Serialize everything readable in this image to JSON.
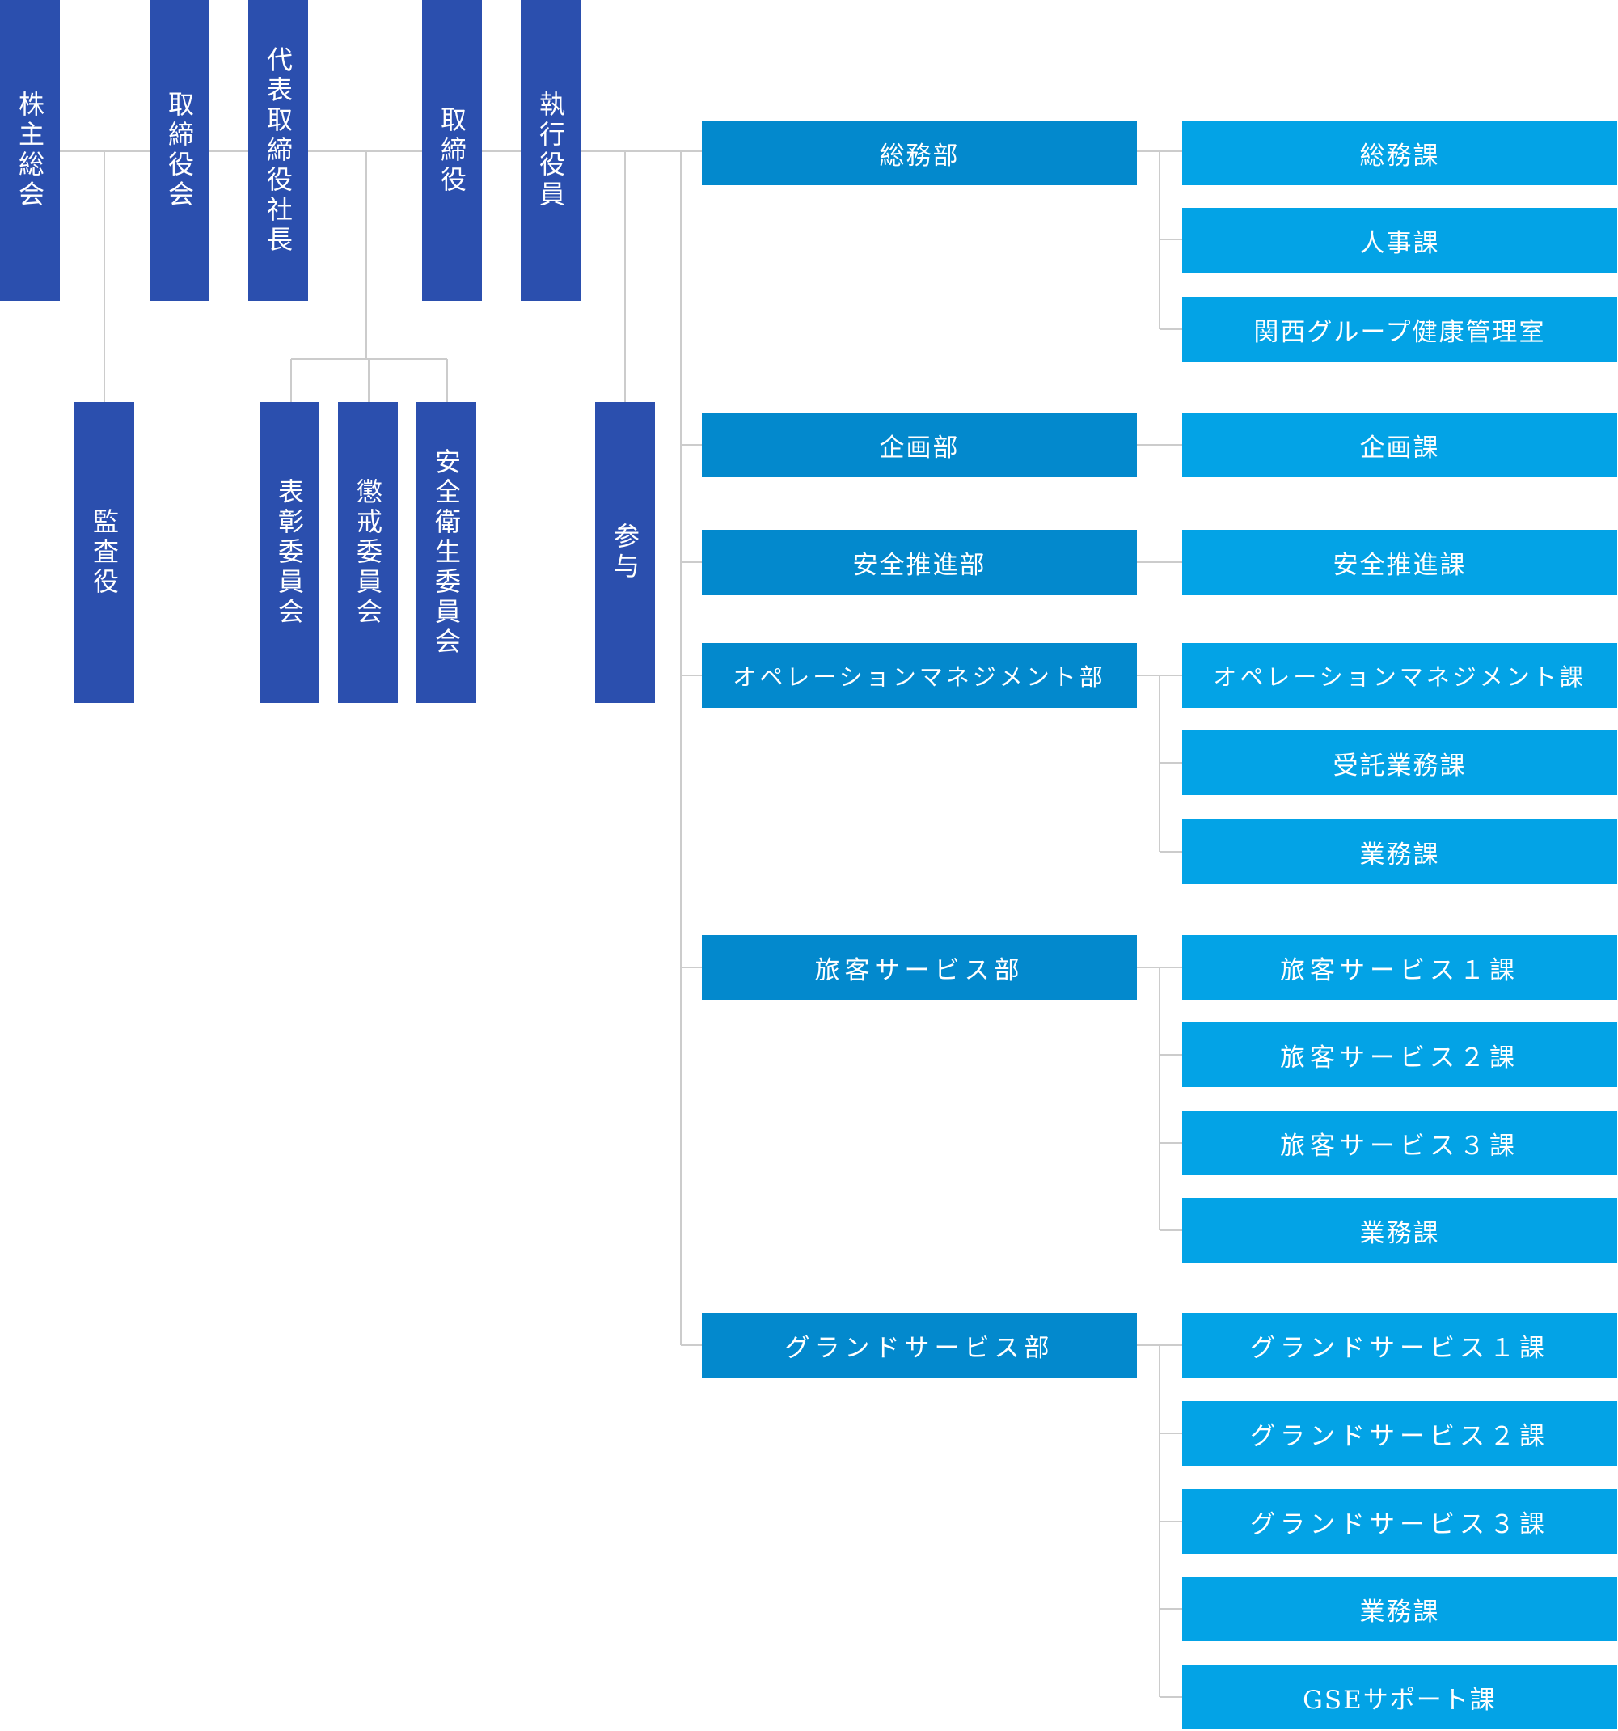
{
  "colors": {
    "top_box": "#2b4fae",
    "department": "#0389cd",
    "section": "#03a3e6",
    "connector": "#cccccc"
  },
  "governance": {
    "shareholders": "株主総会",
    "board": "取締役会",
    "president": "代表取締役社長",
    "directors": "取締役",
    "executives": "執行役員",
    "auditor": "監査役",
    "committees": [
      "表彰委員会",
      "懲戒委員会",
      "安全衛生委員会"
    ],
    "counselor": "参与"
  },
  "departments": [
    {
      "name": "総務部",
      "sections": [
        "総務課",
        "人事課",
        "関西グループ健康管理室"
      ]
    },
    {
      "name": "企画部",
      "sections": [
        "企画課"
      ]
    },
    {
      "name": "安全推進部",
      "sections": [
        "安全推進課"
      ]
    },
    {
      "name": "オペレーションマネジメント部",
      "sections": [
        "オペレーションマネジメント課",
        "受託業務課",
        "業務課"
      ]
    },
    {
      "name": "旅客サービス部",
      "sections": [
        "旅客サービス１課",
        "旅客サービス２課",
        "旅客サービス３課",
        "業務課"
      ]
    },
    {
      "name": "グランドサービス部",
      "sections": [
        "グランドサービス１課",
        "グランドサービス２課",
        "グランドサービス３課",
        "業務課",
        "GSEサポート課"
      ]
    }
  ]
}
